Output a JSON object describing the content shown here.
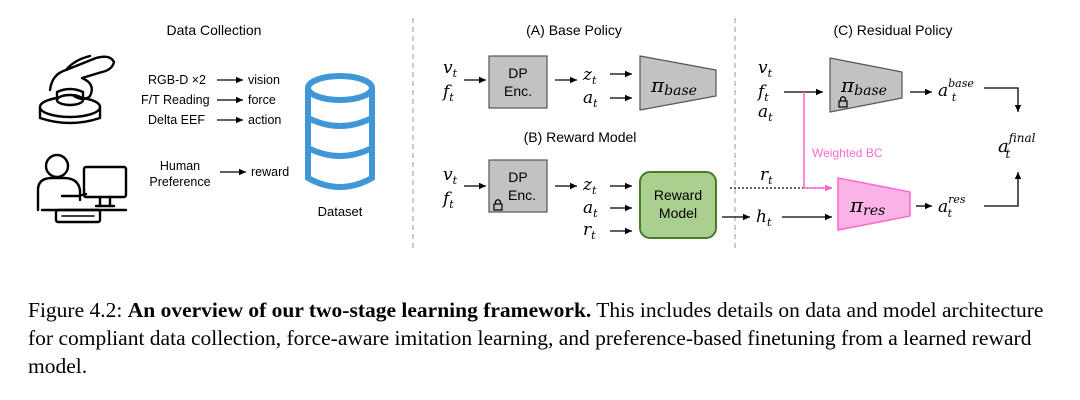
{
  "sections": {
    "data_collection": "Data Collection",
    "base_policy": "(A) Base Policy",
    "reward_model": "(B) Reward Model",
    "residual_policy": "(C) Residual Policy"
  },
  "data_collection": {
    "rows": [
      {
        "source": "RGB-D ×2",
        "target": "vision"
      },
      {
        "source": "F/T Reading",
        "target": "force"
      },
      {
        "source": "Delta EEF",
        "target": "action"
      }
    ],
    "human_line1": "Human",
    "human_line2": "Preference",
    "human_target": "reward",
    "dataset_label": "Dataset"
  },
  "base_policy": {
    "inputs": [
      "v",
      "f"
    ],
    "encoder_line1": "DP",
    "encoder_line2": "Enc.",
    "outputs": [
      "z",
      "a"
    ],
    "policy_symbol": "π",
    "policy_sub": "base"
  },
  "reward_model": {
    "inputs": [
      "v",
      "f"
    ],
    "encoder_line1": "DP",
    "encoder_line2": "Enc.",
    "outputs": [
      "z",
      "a",
      "r"
    ],
    "model_line1": "Reward",
    "model_line2": "Model",
    "hidden": "h",
    "reward_out": "r"
  },
  "residual_policy": {
    "inputs": [
      "v",
      "f",
      "a"
    ],
    "base_symbol": "π",
    "base_sub": "base",
    "res_symbol": "π",
    "res_sub": "res",
    "weighted_bc": "Weighted BC",
    "a_base_sup": "base",
    "a_res_sup": "res",
    "a_final_sup": "final",
    "subscript_t": "t"
  },
  "caption": {
    "prefix": "Figure 4.2: ",
    "bold": "An overview of our two-stage learning framework.",
    "rest": " This includes details on data and model architecture for compliant data collection, force-aware imitation learning, and preference-based finetuning from a learned reward model."
  },
  "colors": {
    "gray_box": "#c2c2c2",
    "reward_fill": "#a9d08e",
    "reward_stroke": "#4a7a2a",
    "pink": "#ff6ad5",
    "pink_fill": "#f9b3e6",
    "dataset_blue": "#3f97d8"
  }
}
